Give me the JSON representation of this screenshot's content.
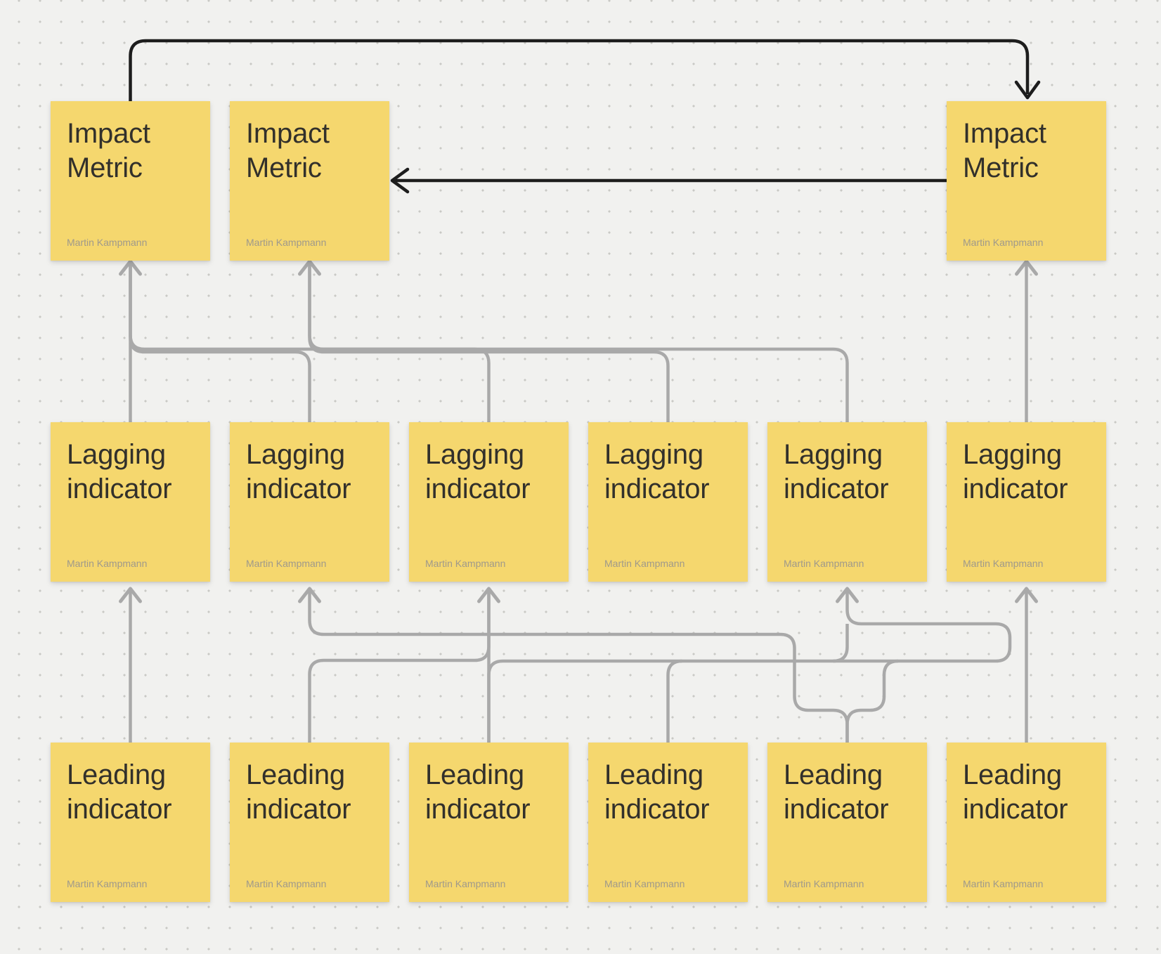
{
  "colors": {
    "background": "#f1f1ef",
    "dot": "#c9c9c5",
    "note-fill": "#f5d76e",
    "note-text": "#32302b",
    "author-text": "#9f998b",
    "connector-gray": "#a9a9a9",
    "connector-black": "#1d1d1d"
  },
  "notes": [
    {
      "id": "impact-metric-1",
      "title": "Impact Metric",
      "author": "Martin Kampmann"
    },
    {
      "id": "impact-metric-2",
      "title": "Impact Metric",
      "author": "Martin Kampmann"
    },
    {
      "id": "impact-metric-3",
      "title": "Impact Metric",
      "author": "Martin Kampmann"
    },
    {
      "id": "lagging-indicator-1",
      "title": "Lagging indicator",
      "author": "Martin Kampmann"
    },
    {
      "id": "lagging-indicator-2",
      "title": "Lagging indicator",
      "author": "Martin Kampmann"
    },
    {
      "id": "lagging-indicator-3",
      "title": "Lagging indicator",
      "author": "Martin Kampmann"
    },
    {
      "id": "lagging-indicator-4",
      "title": "Lagging indicator",
      "author": "Martin Kampmann"
    },
    {
      "id": "lagging-indicator-5",
      "title": "Lagging indicator",
      "author": "Martin Kampmann"
    },
    {
      "id": "lagging-indicator-6",
      "title": "Lagging indicator",
      "author": "Martin Kampmann"
    },
    {
      "id": "leading-indicator-1",
      "title": "Leading indicator",
      "author": "Martin Kampmann"
    },
    {
      "id": "leading-indicator-2",
      "title": "Leading indicator",
      "author": "Martin Kampmann"
    },
    {
      "id": "leading-indicator-3",
      "title": "Leading indicator",
      "author": "Martin Kampmann"
    },
    {
      "id": "leading-indicator-4",
      "title": "Leading indicator",
      "author": "Martin Kampmann"
    },
    {
      "id": "leading-indicator-5",
      "title": "Leading indicator",
      "author": "Martin Kampmann"
    },
    {
      "id": "leading-indicator-6",
      "title": "Leading indicator",
      "author": "Martin Kampmann"
    }
  ]
}
